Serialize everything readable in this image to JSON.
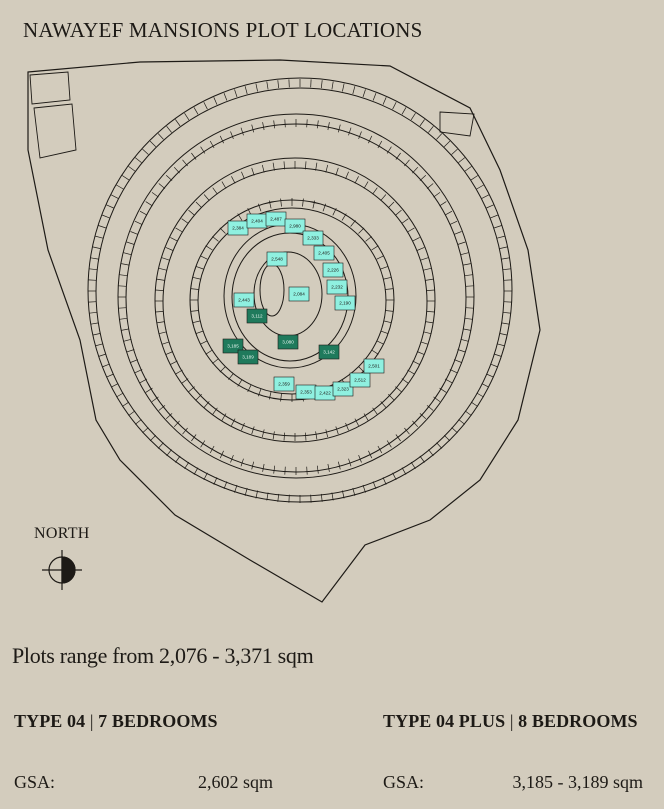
{
  "title": "NAWAYEF MANSIONS PLOT LOCATIONS",
  "compass": {
    "label": "NORTH",
    "icon": "north-arrow-icon"
  },
  "range_text": "Plots range from 2,076 - 3,371 sqm",
  "types": [
    {
      "name": "TYPE 04",
      "bedrooms": "7 BEDROOMS",
      "gsa_label": "GSA:",
      "gsa_value": "2,602 sqm"
    },
    {
      "name": "TYPE 04 PLUS",
      "bedrooms": "8 BEDROOMS",
      "gsa_label": "GSA:",
      "gsa_value": "3,185 - 3,189 sqm"
    }
  ],
  "colors": {
    "background": "#d3ccbd",
    "line": "#1d1a16",
    "type04_plot": "#8ff0e0",
    "type04plus_plot": "#1f7a5c"
  },
  "plots": {
    "type04": [
      "2,384",
      "2,404",
      "2,487",
      "2,980",
      "2,333",
      "2,405",
      "2,226",
      "2,232",
      "2,190",
      "2,548",
      "2,084",
      "2,443",
      "2,359",
      "2,353",
      "2,422",
      "2,323",
      "2,512",
      "2,501"
    ],
    "type04plus": [
      "3,112",
      "3,185",
      "3,189",
      "3,080",
      "3,142"
    ]
  }
}
